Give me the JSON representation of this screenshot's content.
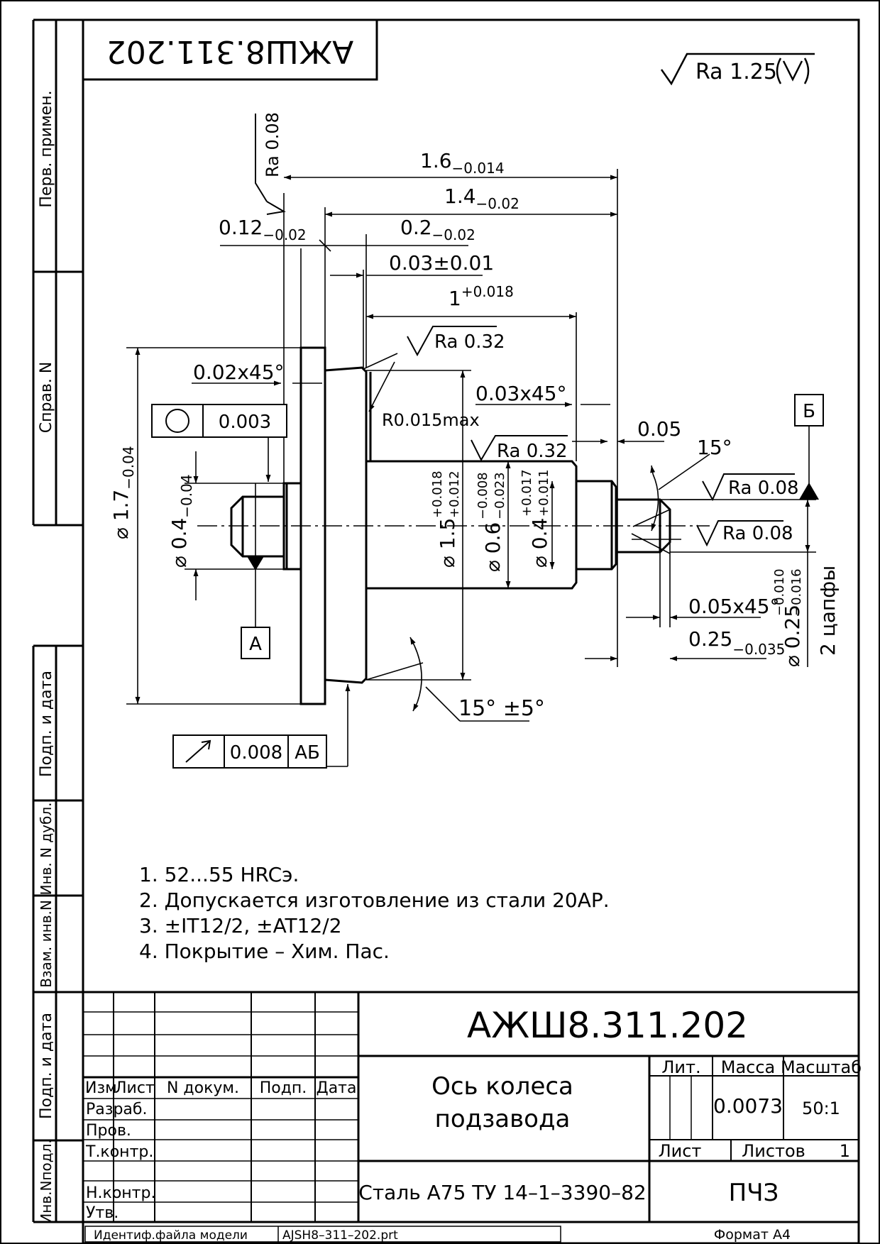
{
  "drawing_number": "АЖШ8.311.202",
  "drawing_number_mirrored": "АЖШ8.311.202",
  "general_roughness": "Ra 1.25",
  "side_columns": {
    "perv_primen": "Перв. примен.",
    "sprav_n": "Справ. N",
    "podp_i_data_1": "Подп. и дата",
    "inv_n_dubl": "Инв. N дубл.",
    "vzam_inv_n": "Взам. инв.N",
    "podp_i_data_2": "Подп. и дата",
    "inv_n_podl": "Инв.Nподл."
  },
  "dimensions": {
    "len_1_6": "1.6",
    "len_1_6_tol": "−0.014",
    "len_1_4": "1.4",
    "len_1_4_tol": "−0.02",
    "len_0_12": "0.12",
    "len_0_12_tol": "−0.02",
    "len_0_2": "0.2",
    "len_0_2_tol": "−0.02",
    "len_0_03": "0.03±0.01",
    "len_1": "1",
    "len_1_tol": "+0.018",
    "chamfer_1": "0.02x45°",
    "chamfer_2": "0.03x45°",
    "chamfer_3": "0.05x45°",
    "radius": "R0.015max",
    "len_0_05": "0.05",
    "len_0_25": "0.25",
    "len_0_25_tol": "−0.035",
    "angle_15": "15°",
    "angle_15_5": "15° ±5°",
    "dia_1_7": "⌀ 1.7",
    "dia_1_7_tol": "−0.04",
    "dia_0_4_left": "⌀ 0.4",
    "dia_0_4_left_tol": "−0.04",
    "dia_1_5": "⌀ 1.5",
    "dia_1_5_tol_up": "+0.018",
    "dia_1_5_tol_lo": "+0.012",
    "dia_0_6": "⌀ 0.6",
    "dia_0_6_tol_up": "−0.008",
    "dia_0_6_tol_lo": "−0.023",
    "dia_0_4_right": "⌀ 0.4",
    "dia_0_4_right_tol_up": "+0.017",
    "dia_0_4_right_tol_lo": "+0.011",
    "dia_0_25": "⌀ 0.25",
    "dia_0_25_tol_up": "−0.010",
    "dia_0_25_tol_lo": "−0.016",
    "two_pins": "2 цапфы"
  },
  "roughness": {
    "r1": "Ra 0.08",
    "r2": "Ra 0.32",
    "r3": "Ra 0.32",
    "r4": "Ra 0.08",
    "r5": "Ra 0.08"
  },
  "tolerances": {
    "roundness_value": "0.003",
    "runout_value": "0.008",
    "runout_datum": "АБ",
    "datum_a": "А",
    "datum_b": "Б"
  },
  "notes": [
    "1. 52...55 HRCэ.",
    "2. Допускается изготовление из стали 20АР.",
    "3. ±IT12/2, ±AT12/2",
    "4. Покрытие – Хим. Пас."
  ],
  "title_block": {
    "designation": "АЖШ8.311.202",
    "name_line1": "Ось колеса",
    "name_line2": "подзавода",
    "material": "Сталь А75 ТУ 14–1–3390–82",
    "lit": "Лит.",
    "mass_label": "Масса",
    "scale_label": "Масштаб",
    "mass": "0.0073",
    "scale": "50:1",
    "sheet_label": "Лист",
    "sheets_label": "Листов",
    "sheets": "1",
    "org": "ПЧЗ",
    "col_izm": "Изм",
    "col_list": "Лист",
    "col_doc": "N докум.",
    "col_podp": "Подп.",
    "col_data": "Дата",
    "row_razrab": "Разраб.",
    "row_prov": "Пров.",
    "row_tkontr": "Т.контр.",
    "row_nkontr": "Н.контр.",
    "row_utv": "Утв."
  },
  "footer": {
    "model_file_label": "Идентиф.файла модели",
    "model_file": "AJSH8–311–202.prt",
    "format": "Формат А4"
  }
}
